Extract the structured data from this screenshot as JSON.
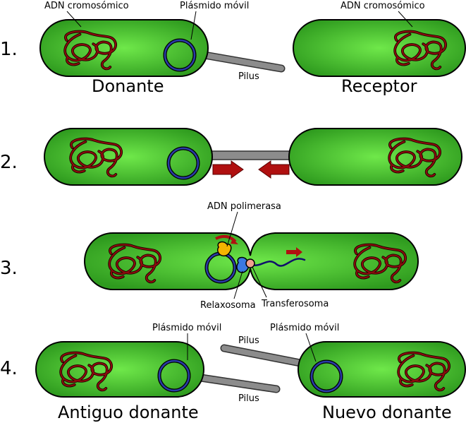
{
  "steps": {
    "one": "1.",
    "two": "2.",
    "three": "3.",
    "four": "4."
  },
  "labels": {
    "chromosomal_dna": "ADN cromosómico",
    "mobile_plasmid": "Plásmido móvil",
    "pilus": "Pilus",
    "donor": "Donante",
    "recipient": "Receptor",
    "dna_polymerase": "ADN polimerasa",
    "relaxosome": "Relaxosoma",
    "transferosome": "Transferosoma",
    "old_donor": "Antiguo donante",
    "new_donor": "Nuevo donante"
  },
  "colors": {
    "cell_center": "#6fe84a",
    "cell_edge": "#2e9a1e",
    "dna": "#8b0d0d",
    "plasmid": "#2a3ba8",
    "arrow": "#b01010",
    "polymerase": "#f5b400",
    "relaxosome": "#3a78e0",
    "transferosome": "#f0a090"
  }
}
